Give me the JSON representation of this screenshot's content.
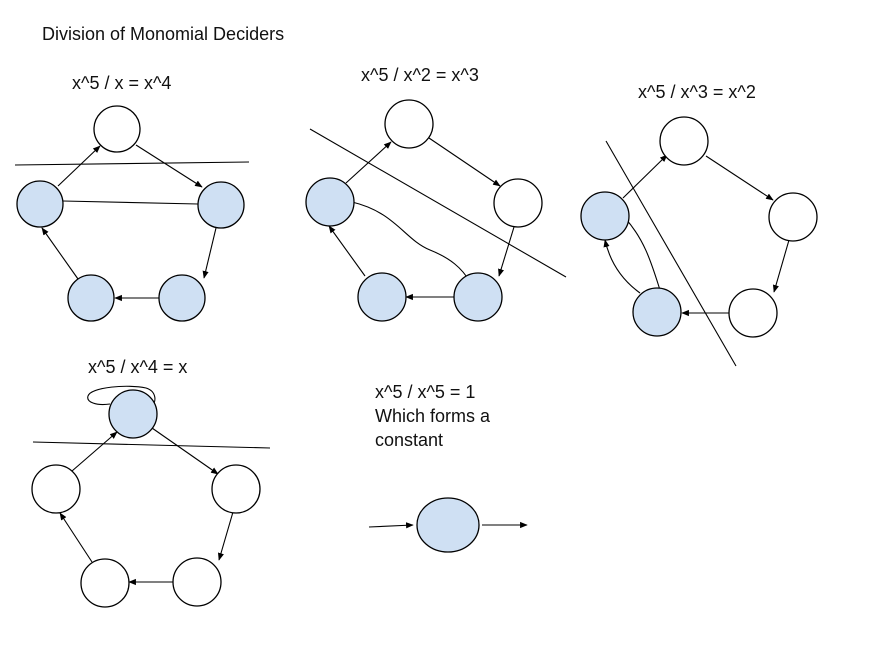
{
  "title": "Division of Monomial Deciders",
  "diagrams": [
    {
      "label": "x^5 / x = x^4"
    },
    {
      "label": "x^5 / x^2 = x^3"
    },
    {
      "label": "x^5 / x^3 = x^2"
    },
    {
      "label": "x^5 / x^4 = x"
    },
    {
      "label_lines": [
        "x^5 / x^5 = 1",
        "Which forms a",
        "constant"
      ]
    }
  ],
  "colors": {
    "filled_node": "#cfe0f3",
    "empty_node": "#ffffff",
    "stroke": "#000000",
    "background": "#ffffff"
  }
}
